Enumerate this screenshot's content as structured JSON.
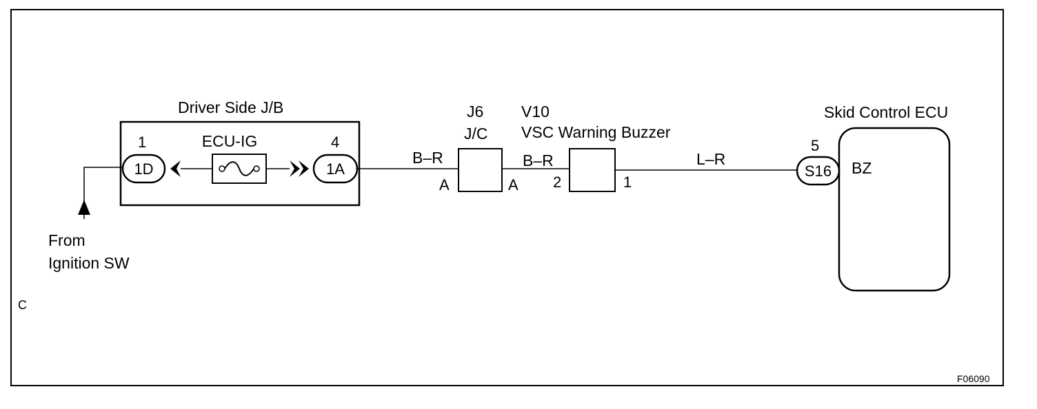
{
  "junction_block": {
    "title": "Driver Side J/B",
    "fuse": "ECU-IG",
    "left_pin": "1",
    "left_connector": "1D",
    "right_pin": "4",
    "right_connector": "1A"
  },
  "source": {
    "line1": "From",
    "line2": "Ignition SW"
  },
  "junction_connector": {
    "id": "J6",
    "name": "J/C",
    "left_terminal": "A",
    "right_terminal": "A"
  },
  "buzzer": {
    "id": "V10",
    "name": "VSC Warning Buzzer",
    "pin_in": "2",
    "pin_out": "1"
  },
  "wires": {
    "jb_to_jc": "B–R",
    "jc_to_buzzer": "B–R",
    "buzzer_to_ecu": "L–R"
  },
  "ecu": {
    "title": "Skid Control ECU",
    "pin": "5",
    "connector": "S16",
    "terminal": "BZ"
  },
  "corner_letter": "C",
  "figure_code": "F06090"
}
